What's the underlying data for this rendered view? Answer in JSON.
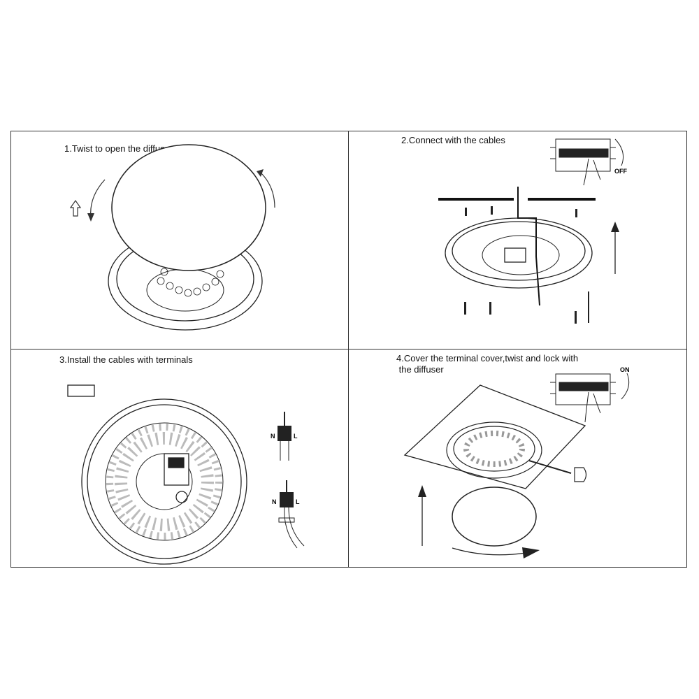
{
  "steps": [
    {
      "title": "1.Twist to open the diffuser"
    },
    {
      "title": "2.Connect with the cables",
      "switch_state": "OFF"
    },
    {
      "title": "3.Install the cables with terminals",
      "neutral_label": "N",
      "live_label": "L"
    },
    {
      "title": "4.Cover the terminal cover,twist and lock with\n the diffuser",
      "switch_state": "ON"
    }
  ],
  "colors": {
    "line": "#222222",
    "background": "#ffffff"
  }
}
